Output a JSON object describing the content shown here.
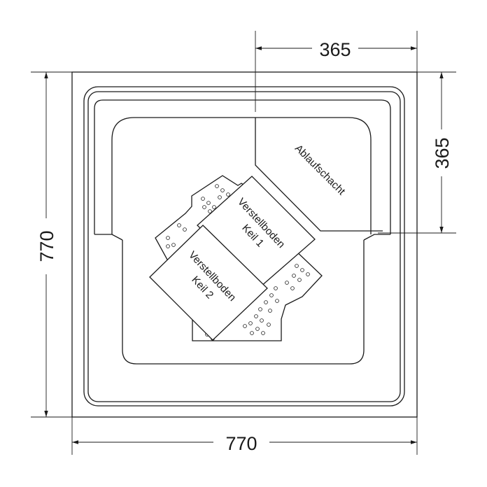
{
  "dimensions": {
    "top_width": "365",
    "right_height": "365",
    "left_height": "770",
    "bottom_width": "770"
  },
  "labels": {
    "drain_shaft": "Ablaufschacht",
    "wedge1_line1": "Verstellboden",
    "wedge1_line2": "Keil 1",
    "wedge2_line1": "Verstellboden",
    "wedge2_line2": "Keil 2"
  },
  "colors": {
    "line": "#1a1a1a",
    "background": "#ffffff"
  }
}
